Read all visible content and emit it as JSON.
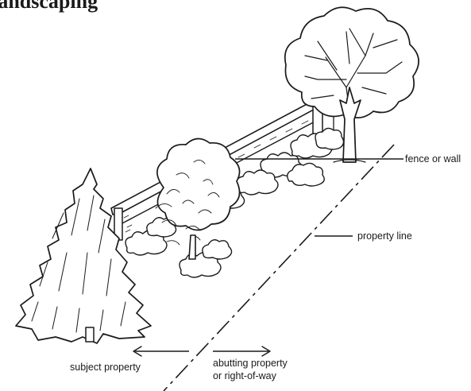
{
  "heading": "Landscaping",
  "labels": {
    "fence": "fence or wall",
    "property_line": "property line",
    "subject": "subject property",
    "abutting_line1": "abutting property",
    "abutting_line2": "or right-of-way"
  },
  "colors": {
    "ink": "#1a1a1a",
    "background": "#ffffff"
  }
}
